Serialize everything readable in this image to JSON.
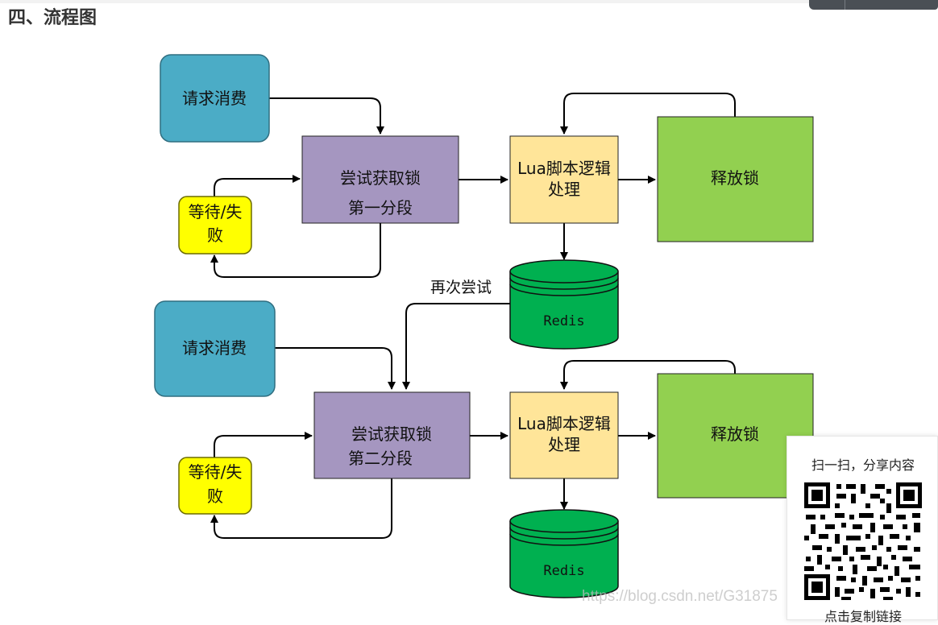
{
  "section_title": "四、流程图",
  "top_phase": {
    "request": "请求消费",
    "acquire_line1": "尝试获取锁",
    "acquire_line2": "第一分段",
    "wait_line1": "等待/失",
    "wait_line2": "败",
    "lua_line1": "Lua脚本逻辑",
    "lua_line2": "处理",
    "release": "释放锁",
    "redis": "Redis"
  },
  "retry_label": "再次尝试",
  "bottom_phase": {
    "request": "请求消费",
    "acquire_line1": "尝试获取锁",
    "acquire_line2": "第二分段",
    "wait_line1": "等待/失",
    "wait_line2": "败",
    "lua_line1": "Lua脚本逻辑",
    "lua_line2": "处理",
    "release": "释放锁",
    "redis": "Redis"
  },
  "colors": {
    "request": "#4bacc6",
    "acquire": "#a596c0",
    "wait": "#ffff00",
    "lua": "#ffe599",
    "release": "#92d050",
    "redis": "#00b050"
  },
  "share": {
    "title": "扫一扫，分享内容",
    "copy_link": "点击复制链接"
  },
  "watermark": "https://blog.csdn.net/G31875"
}
